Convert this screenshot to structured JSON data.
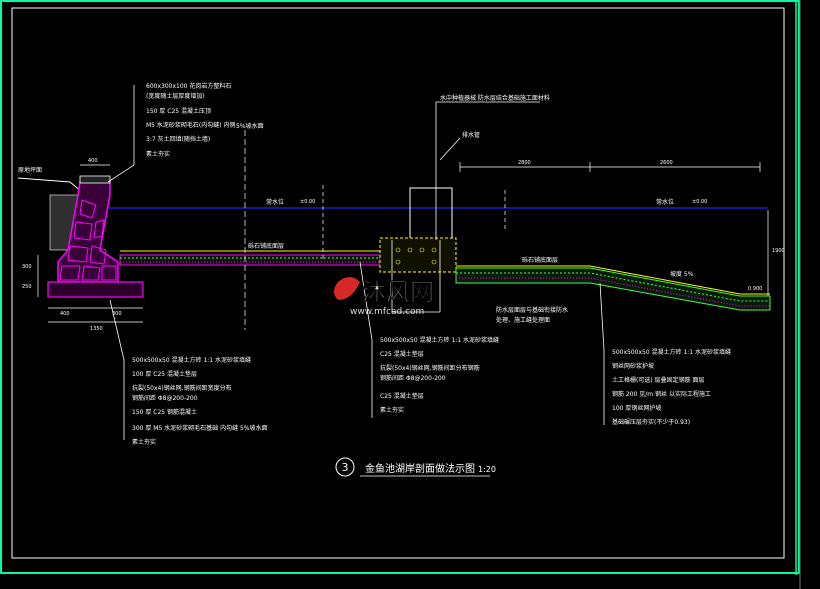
{
  "drawing": {
    "number": "3",
    "title": "金鱼池湖岸剖面做法示图",
    "scale": "1:20"
  },
  "colors": {
    "background": "#000000",
    "frame": "#ffffff",
    "outer_frame": "#00ffa0",
    "water": "#2020ff",
    "stone": "#ff00ff",
    "concrete": "#40ff40",
    "leader": "#ffffff",
    "accent_yellow": "#ffff00",
    "watermark": "#ff4040"
  },
  "left_wall_notes": [
    "600x300x100  花岗岩方整料石",
    "(宽度随土层厚度增加)",
    "150 厚 C25 混凝土压顶",
    "M5 水泥砂浆砌毛石(内勾缝) 内侧",
    "3:7 灰土回填(随挡土墙)",
    "素土夯实"
  ],
  "left_labels": {
    "existing_ground": "原地坪面",
    "grade": "5%坡水面"
  },
  "bottom_left_notes": [
    "500x500x50   混凝土方砖      1:1 水泥砂浆填缝",
    "100 厚 C25 混凝土垫层",
    "抗裂(50x4)钢丝网,钢筋间距宽度分布",
    "钢筋间距 Φ8@200-200",
    "150 厚 C25 钢筋混凝土",
    "300 厚 M5 水泥砂浆砌毛石基础 内勾缝        5%坡水面",
    "素土夯实"
  ],
  "center_top_notes": {
    "top": "水中种植器械    防水层结合基础施工面材料",
    "pipe": "排水管"
  },
  "bottom_center_notes": [
    "500x500x50   混凝土方砖      1:1 水泥砂浆填缝",
    "C25 混凝土垫层",
    "抗裂(50x4)钢丝网,钢筋间距分布钢筋",
    "钢筋间距 Φ8@200-200",
    "C25 混凝土垫层",
    "素土夯实"
  ],
  "center_notes": {
    "waterproof": "防水层面层与基础衔接防水",
    "finish": "处理、施工缝处理面",
    "paving": "砾石铺底面层"
  },
  "bottom_right_notes": [
    "500x500x50   混凝土方砖      1:1 水泥砂浆填缝",
    "钢丝网砂浆护坡",
    "土工格栅(可选)  层叠固定钢筋  面层",
    "钢筋 200 见/m  钢丝  以实际工程施工",
    "100 厚钢丝网护坡",
    "基础碾压层夯实(不少于0.93)"
  ],
  "water_labels": {
    "left": "常水位",
    "right": "常水位",
    "slope": "坡度 5%",
    "left_level": "±0.00",
    "right_level": "±0.00"
  },
  "dimensions": {
    "top_left": "400",
    "span_a": "2800",
    "span_b": "2600",
    "base_a": "400",
    "base_b": "300",
    "base_total": "1350",
    "height_a": "300",
    "height_b": "250",
    "right_height": "1900",
    "right_end": "0.900"
  },
  "watermark": {
    "brand": "沐风网",
    "url": "www.mfcad.com"
  }
}
